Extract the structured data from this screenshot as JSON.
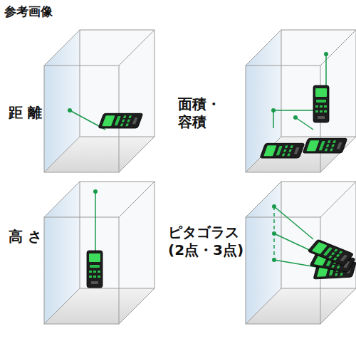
{
  "diagram": {
    "title": "参考画像",
    "labels": [
      "距 離",
      "面積・ 容積",
      "高 さ",
      "ピタゴラス (2点・3点)"
    ]
  }
}
